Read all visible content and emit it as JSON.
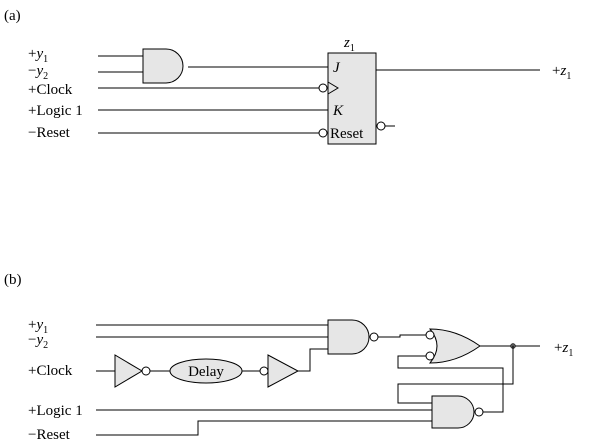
{
  "part_a": {
    "label": "(a)",
    "inputs": {
      "y1": {
        "sign": "+",
        "var": "y",
        "sub": "1"
      },
      "y2": {
        "sign": "−",
        "var": "y",
        "sub": "2"
      },
      "clock": "+Clock",
      "logic1": "+Logic 1",
      "reset": "−Reset"
    },
    "flipflop": {
      "name_var": "z",
      "name_sub": "1",
      "j": "J",
      "k": "K",
      "reset": "Reset"
    },
    "output": {
      "sign": "+",
      "var": "z",
      "sub": "1"
    }
  },
  "part_b": {
    "label": "(b)",
    "inputs": {
      "y1": {
        "sign": "+",
        "var": "y",
        "sub": "1"
      },
      "y2": {
        "sign": "−",
        "var": "y",
        "sub": "2"
      },
      "clock": "+Clock",
      "logic1": "+Logic 1",
      "reset": "−Reset"
    },
    "delay": "Delay",
    "output": {
      "sign": "+",
      "var": "z",
      "sub": "1"
    }
  }
}
